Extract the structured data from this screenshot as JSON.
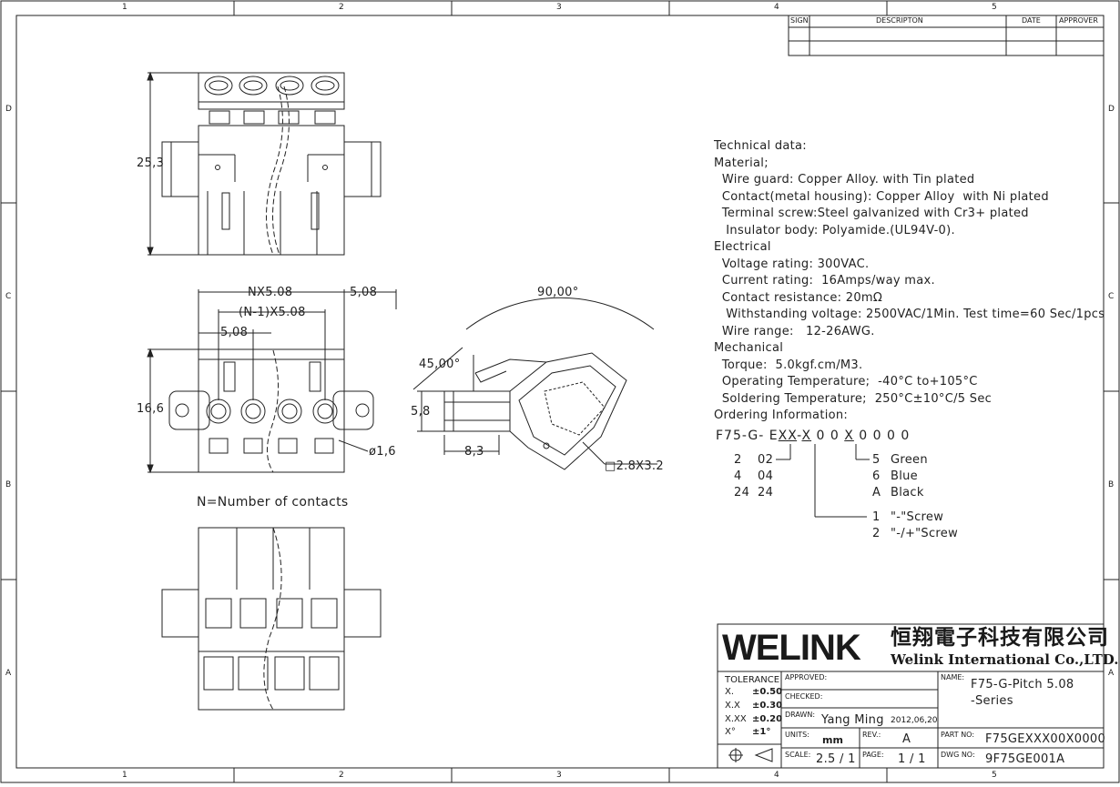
{
  "frame": {
    "top_columns": [
      "1",
      "2",
      "3",
      "4",
      "5"
    ],
    "bottom_columns": [
      "1",
      "2",
      "3",
      "4",
      "5"
    ],
    "left_rows": [
      "D",
      "C",
      "B",
      "A"
    ],
    "right_rows": [
      "D",
      "C",
      "B",
      "A"
    ]
  },
  "revision_table": {
    "headers": [
      "SIGN",
      "DESCRIPTON",
      "DATE",
      "APPROVER"
    ]
  },
  "dimensions": {
    "height_top": "25,3",
    "nx": "NX5.08",
    "end": "5,08",
    "n_minus_1": "(N-1)X5.08",
    "pitch": "5,08",
    "height_front": "16,6",
    "hole": "ø1,6",
    "note": "N=Number of contacts",
    "angle_90": "90,00°",
    "angle_45": "45,00°",
    "side_height": "5,8",
    "side_depth": "8,3",
    "pin_size": "□2.8X3.2"
  },
  "technical": {
    "lines": [
      "Technical data:",
      "Material;",
      "  Wire guard: Copper Alloy. with Tin plated",
      "  Contact(metal housing): Copper Alloy  with Ni plated",
      "  Terminal screw:Steel galvanized with Cr3+ plated",
      "   Insulator body: Polyamide.(UL94V-0).",
      "Electrical",
      "  Voltage rating: 300VAC.",
      "  Current rating:  16Amps/way max.",
      "  Contact resistance: 20mΩ",
      "   Withstanding voltage: 2500VAC/1Min. Test time=60 Sec/1pcs",
      "  Wire range:   12-26AWG.",
      "Mechanical",
      "  Torque:  5.0kgf.cm/M3.",
      "  Operating Temperature;  -40°C to+105°C",
      "  Soldering Temperature;  250°C±10°C/5 Sec",
      "Ordering Information:"
    ]
  },
  "ordering": {
    "code_parts": [
      "F75-G- E",
      "XX",
      "-",
      "X",
      " 0 0 ",
      "X",
      " 0 0 0 0"
    ],
    "pin_options": [
      {
        "code": "2",
        "value": "02"
      },
      {
        "code": "4",
        "value": "04"
      },
      {
        "code": "24",
        "value": "24"
      }
    ],
    "screw_options": [
      {
        "code": "1",
        "value": "\"-\"Screw"
      },
      {
        "code": "2",
        "value": "\"-/+\"Screw"
      }
    ],
    "color_options": [
      {
        "code": "5",
        "value": "Green"
      },
      {
        "code": "6",
        "value": "Blue"
      },
      {
        "code": "A",
        "value": "Black"
      }
    ]
  },
  "title_block": {
    "logo": "WELINK",
    "company_cn": "恒翔電子科技有限公司",
    "company_en": "Welink International Co.,LTD.",
    "tolerance_label": "TOLERANCE",
    "tolerances": [
      {
        "k": "X.",
        "v": "±0.50"
      },
      {
        "k": "X.X",
        "v": "±0.30"
      },
      {
        "k": "X.XX",
        "v": "±0.20"
      },
      {
        "k": "X°",
        "v": "±1°"
      }
    ],
    "approved_label": "APPROVED:",
    "checked_label": "CHECKED:",
    "drawn_label": "DRAWN:",
    "drawn_by": "Yang Ming",
    "drawn_date": "2012,06,20",
    "units_label": "UNITS:",
    "units": "mm",
    "rev_label": "REV.:",
    "rev": "A",
    "scale_label": "SCALE:",
    "scale": "2.5 / 1",
    "page_label": "PAGE:",
    "page": "1 / 1",
    "name_label": "NAME:",
    "name_line1": "F75-G-Pitch 5.08",
    "name_line2": "-Series",
    "part_no_label": "PART NO:",
    "part_no": "F75GEXXX00X0000",
    "dwg_no_label": "DWG NO:",
    "dwg_no": "9F75GE001A"
  }
}
